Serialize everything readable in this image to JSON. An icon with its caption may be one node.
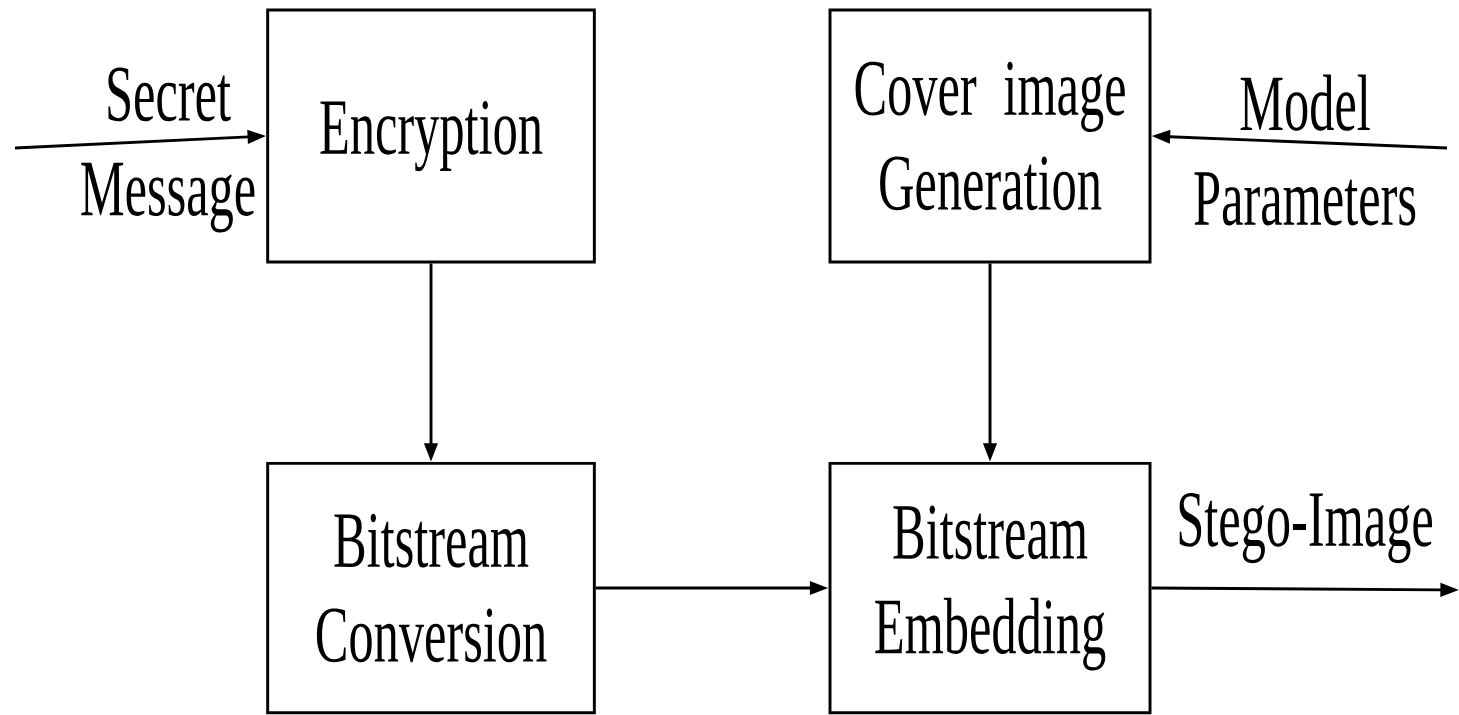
{
  "diagram": {
    "nodes": [
      {
        "text": [
          "Encryption"
        ]
      },
      {
        "text": [
          "Cover image Generation"
        ]
      },
      {
        "text": [
          "Bitstream Conversion"
        ]
      },
      {
        "text": [
          "Bitstream Embedding"
        ]
      }
    ],
    "edges": [
      {
        "from": null,
        "to": 0,
        "arrow": "to",
        "label": "Secret Message"
      },
      {
        "from": null,
        "to": 1,
        "arrow": "to",
        "label": "Model Parameters"
      },
      {
        "from": 0,
        "to": 2,
        "arrow": "to"
      },
      {
        "from": 1,
        "to": 3,
        "arrow": "to"
      },
      {
        "from": 2,
        "to": 3,
        "arrow": "to"
      },
      {
        "from": 3,
        "to": null,
        "arrow": "to",
        "label": "Stego-Image"
      }
    ]
  }
}
